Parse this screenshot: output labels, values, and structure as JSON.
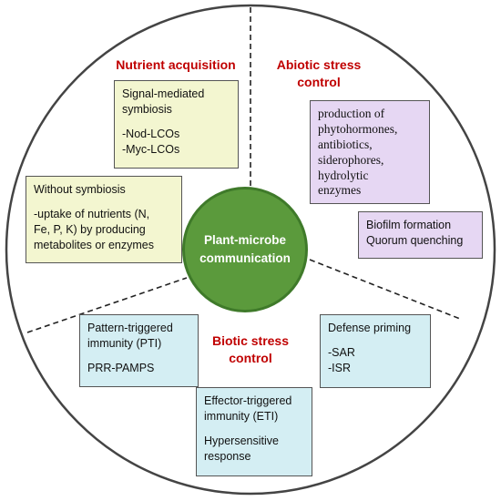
{
  "center": {
    "line1": "Plant-microbe",
    "line2": "communication"
  },
  "headings": {
    "nutrient": "Nutrient acquisition",
    "abiotic_line1": "Abiotic stress",
    "abiotic_line2": "control",
    "biotic_line1": "Biotic stress",
    "biotic_line2": "control"
  },
  "boxes": {
    "symbiosis": {
      "line1": "Signal-mediated",
      "line2": "symbiosis",
      "item1": "-Nod-LCOs",
      "item2": "-Myc-LCOs"
    },
    "without_symbiosis": {
      "title": "Without symbiosis",
      "line1": "-uptake of nutrients (N,",
      "line2": "Fe, P, K) by producing",
      "line3": "metabolites or enzymes"
    },
    "production": {
      "line1": "production of",
      "line2": "phytohormones,",
      "line3": "antibiotics,",
      "line4": "siderophores,",
      "line5": "hydrolytic",
      "line6": "enzymes"
    },
    "biofilm": {
      "line1": "Biofilm formation",
      "line2": "Quorum quenching"
    },
    "pti": {
      "line1": "Pattern-triggered",
      "line2": "immunity (PTI)",
      "item": "PRR-PAMPS"
    },
    "defense": {
      "title": "Defense priming",
      "item1": "-SAR",
      "item2": "-ISR"
    },
    "eti": {
      "line1": "Effector-triggered",
      "line2": "immunity (ETI)",
      "item1": "Hypersensitive",
      "item2": "response"
    }
  },
  "colors": {
    "circle_fill": "#5b9a3c",
    "heading_red": "#c00000",
    "box_green": "#f3f6d0",
    "box_purple": "#e6d7f3",
    "box_cyan": "#d4eef3"
  }
}
